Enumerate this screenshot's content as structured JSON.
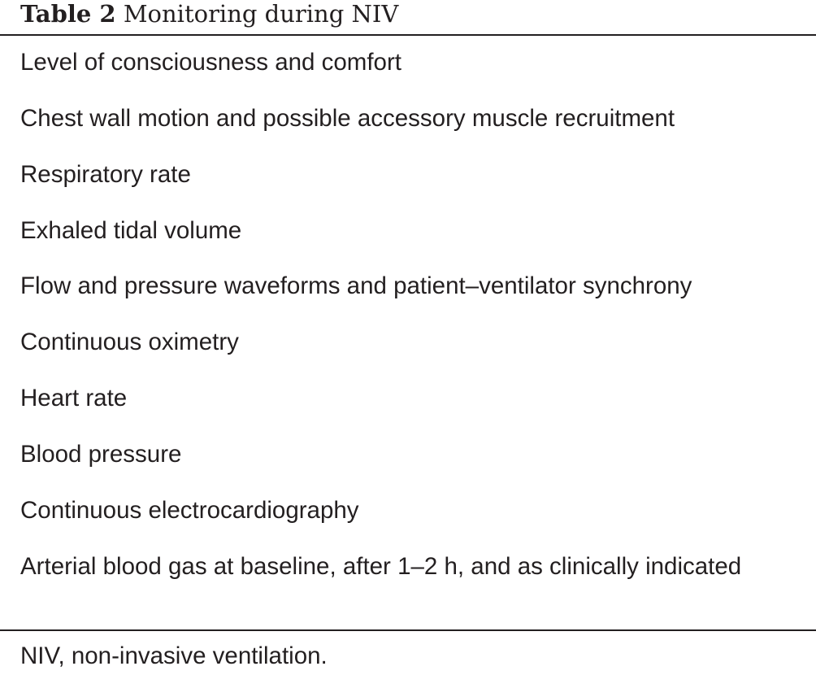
{
  "table": {
    "caption_label": "Table 2",
    "caption_title": "Monitoring during NIV",
    "rows": [
      "Level of consciousness and comfort",
      "Chest wall motion and possible accessory muscle recruitment",
      "Respiratory rate",
      "Exhaled tidal volume",
      "Flow and pressure waveforms and patient–ventilator synchrony",
      "Continuous oximetry",
      "Heart rate",
      "Blood pressure",
      "Continuous electrocardiography",
      "Arterial blood gas at baseline, after 1–2 h, and as clinically indicated"
    ],
    "footnote": "NIV, non-invasive ventilation."
  }
}
